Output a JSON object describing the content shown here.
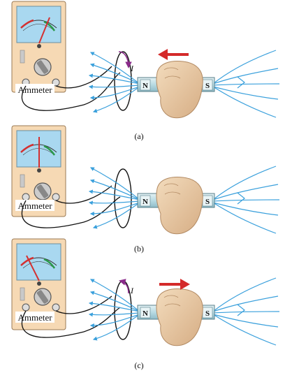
{
  "panels": [
    {
      "caption": "(a)",
      "ammeter_label": "Ammeter",
      "current_label": "I",
      "magnet_north": "N",
      "magnet_south": "S",
      "motion": "toward-loop",
      "needle": "right-deflection",
      "current_shown": true
    },
    {
      "caption": "(b)",
      "ammeter_label": "Ammeter",
      "current_label": "",
      "magnet_north": "N",
      "magnet_south": "S",
      "motion": "none",
      "needle": "zero",
      "current_shown": false
    },
    {
      "caption": "(c)",
      "ammeter_label": "Ammeter",
      "current_label": "I",
      "magnet_north": "N",
      "magnet_south": "S",
      "motion": "away-from-loop",
      "needle": "left-deflection",
      "current_shown": true
    }
  ],
  "colors": {
    "field_lines": "#3aa0dc",
    "motion_arrow": "#d42a2a",
    "current_arrow": "#8a2a8a",
    "meter_body": "#f6d9b4",
    "meter_screen": "#a9d8f0",
    "needle": "#d43030",
    "magnet": "#b9dbe3",
    "hand": "#e8c7a0"
  }
}
